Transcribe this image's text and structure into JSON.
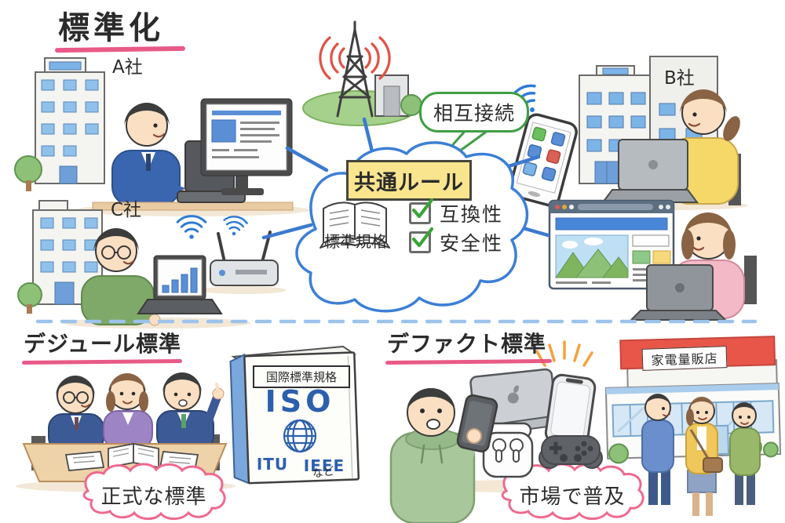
{
  "title": "標準化",
  "network": {
    "company_a": "A社",
    "company_b": "B社",
    "company_c": "C社",
    "interconnect": "相互接続",
    "cloud": {
      "common_rule": "共通ルール",
      "book_caption": "標準規格",
      "check_items": [
        {
          "label": "互換性"
        },
        {
          "label": "安全性"
        }
      ]
    }
  },
  "dejure": {
    "heading": "デジュール標準",
    "book": {
      "header": "国際標準規格",
      "title": "ISO",
      "org_left": "ITU",
      "org_right": "IEEE",
      "etc": "など"
    },
    "bubble": "正式な標準"
  },
  "defacto": {
    "heading": "デファクト標準",
    "store_sign": "家電量販店",
    "bubble": "市場で普及"
  },
  "colors": {
    "underline_pink": "#e5487a",
    "bubble_pink": "#ee6a8e",
    "speech_green": "#3f9e44",
    "cloud_blue": "#3c7fd6",
    "rule_highlight": "#f9e58e",
    "check_green": "#3aa437",
    "wifi_blue": "#2f7bd6",
    "radio_red": "#e05246",
    "sparkle_orange": "#f5a13c",
    "iso_blue": "#2c5fae"
  }
}
